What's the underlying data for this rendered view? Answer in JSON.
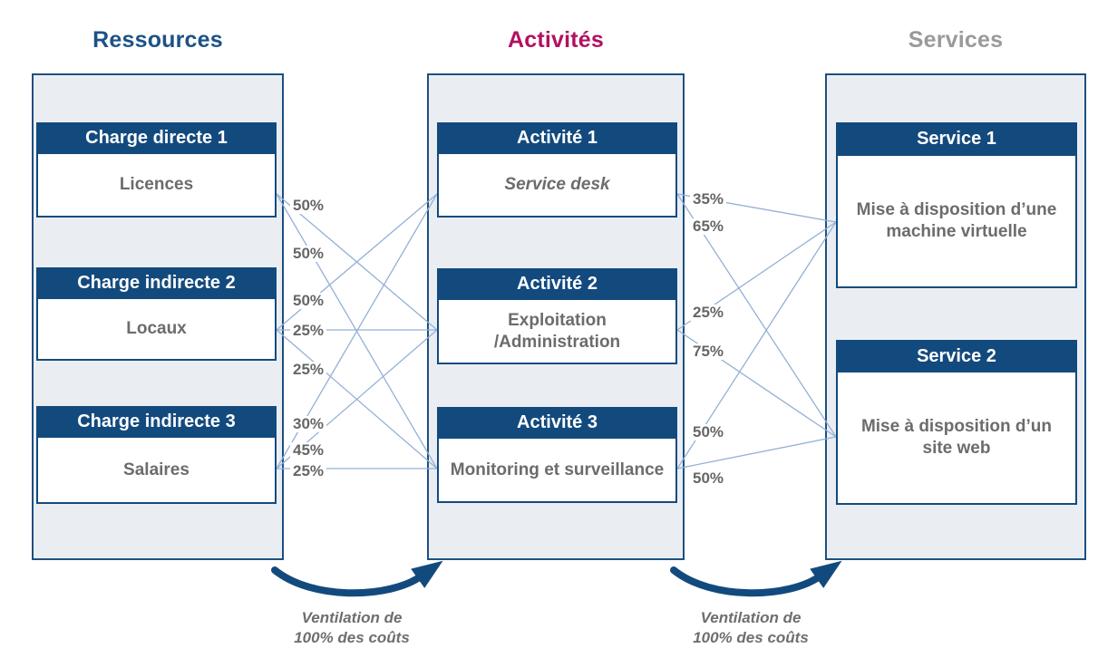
{
  "columns": [
    {
      "title": "Ressources",
      "color": "#1c5286"
    },
    {
      "title": "Activités",
      "color": "#b11162"
    },
    {
      "title": "Services",
      "color": "#9a9a9a"
    }
  ],
  "resources": [
    {
      "header": "Charge directe 1",
      "label": "Licences"
    },
    {
      "header": "Charge indirecte 2",
      "label": "Locaux"
    },
    {
      "header": "Charge indirecte 3",
      "label": "Salaires"
    }
  ],
  "activities": [
    {
      "header": "Activité 1",
      "label": "Service desk"
    },
    {
      "header": "Activité 2",
      "label": "Exploitation /Administration"
    },
    {
      "header": "Activité 3",
      "label": "Monitoring et surveillance"
    }
  ],
  "services": [
    {
      "header": "Service 1",
      "label": "Mise à disposition d’une machine virtuelle"
    },
    {
      "header": "Service 2",
      "label": "Mise à disposition d’un site web"
    }
  ],
  "flows_ra": [
    {
      "from": "Licences",
      "to": "Activité 2",
      "percent": "50%"
    },
    {
      "from": "Licences",
      "to": "Activité 3",
      "percent": "50%"
    },
    {
      "from": "Locaux",
      "to": "Activité 1",
      "percent": "50%"
    },
    {
      "from": "Locaux",
      "to": "Activité 2",
      "percent": "25%"
    },
    {
      "from": "Locaux",
      "to": "Activité 3",
      "percent": "25%"
    },
    {
      "from": "Salaires",
      "to": "Activité 1",
      "percent": "30%"
    },
    {
      "from": "Salaires",
      "to": "Activité 2",
      "percent": "45%"
    },
    {
      "from": "Salaires",
      "to": "Activité 3",
      "percent": "25%"
    }
  ],
  "flows_as": [
    {
      "from": "Activité 1",
      "to": "Service 1",
      "percent": "35%"
    },
    {
      "from": "Activité 1",
      "to": "Service 2",
      "percent": "65%"
    },
    {
      "from": "Activité 2",
      "to": "Service 1",
      "percent": "25%"
    },
    {
      "from": "Activité 2",
      "to": "Service 2",
      "percent": "75%"
    },
    {
      "from": "Activité 3",
      "to": "Service 1",
      "percent": "50%"
    },
    {
      "from": "Activité 3",
      "to": "Service 2",
      "percent": "50%"
    }
  ],
  "ventilation": [
    {
      "line1": "Ventilation de",
      "line2": "100% des coûts"
    },
    {
      "line1": "Ventilation de",
      "line2": "100% des coûts"
    }
  ],
  "colors": {
    "navy": "#134a7e",
    "panel_bg": "#eaeef3",
    "flow_line": "#94b0d6",
    "label_gray": "#666666",
    "body_text_gray": "#6d6b6b"
  }
}
